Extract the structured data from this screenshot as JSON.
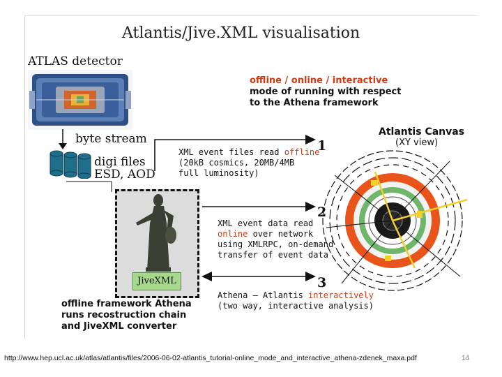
{
  "title": "Atlantis/Jive.XML visualisation",
  "detector_label": "ATLAS detector",
  "byte_stream": "byte stream",
  "digi_files": "digi files",
  "esd_aod": "ESD, AOD",
  "modes": {
    "line1": "offline / online / interactive",
    "line2": "mode of running with respect",
    "line3": "to the Athena framework"
  },
  "canvas": {
    "line1": "Atlantis Canvas",
    "line2": "(XY view)"
  },
  "path1": {
    "number": "1",
    "text_a": "XML event files read ",
    "text_b": "offline",
    "line2": "(20kB cosmics, 20MB/4MB",
    "line3": "full luminosity)"
  },
  "path2": {
    "number": "2",
    "line1": "XML event data read",
    "text_a": "online",
    "text_b": " over network",
    "line3": "using XMLRPC, on-demand",
    "line4": "transfer of event data"
  },
  "path3": {
    "number": "3",
    "text_a": "Athena – Atlantis ",
    "text_b": "interactively",
    "line2": "(two way, interactive analysis)"
  },
  "jive_label": "JiveXML",
  "athena": {
    "line1": "offline framework Athena",
    "line2": "runs recostruction chain",
    "line3": "and JiveXML converter"
  },
  "footer_url": "http://www.hep.ucl.ac.uk/atlas/atlantis/files/2006-06-02-atlantis_tutorial-online_mode_and_interactive_athena-zdenek_maxa.pdf",
  "page_number": "14",
  "colors": {
    "accent_red": "#d43a12",
    "label_green": "#a6d98c",
    "calo_orange": "#e8541a",
    "track_yellow": "#f2d028"
  }
}
